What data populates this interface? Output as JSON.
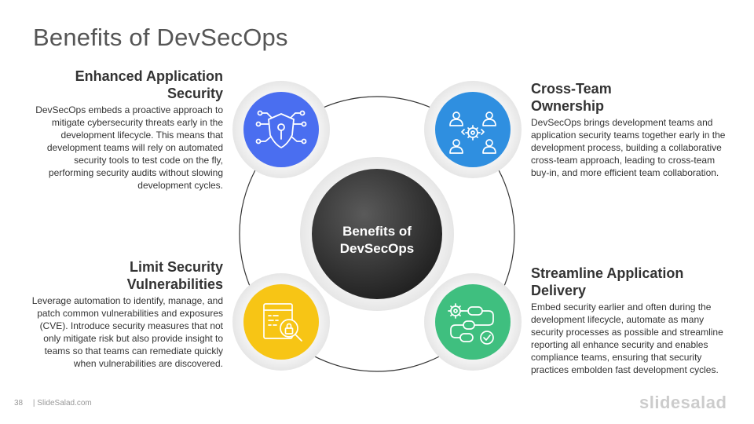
{
  "slide": {
    "title": "Benefits of DevSecOps",
    "center": {
      "line1": "Benefits of",
      "line2": "DevSecOps"
    }
  },
  "benefits": [
    {
      "title_line1": "Enhanced Application",
      "title_line2": "Security",
      "text": "DevSecOps embeds a proactive approach to mitigate cybersecurity threats early in the development lifecycle. This means that development teams will rely on automated security tools to test code on the fly, performing security audits without slowing development cycles.",
      "icon": "shield-circuit-icon",
      "color": "#4a6ef0"
    },
    {
      "title_line1": "Cross-Team",
      "title_line2": "Ownership",
      "text": "DevSecOps brings development teams and application security teams together early in the development process, building a collaborative cross-team approach, leading to cross-team buy-in, and more efficient team collaboration.",
      "icon": "team-gear-icon",
      "color": "#2f8fe0"
    },
    {
      "title_line1": "Limit Security",
      "title_line2": "Vulnerabilities",
      "text": "Leverage automation to identify, manage, and patch common vulnerabilities and exposures (CVE). Introduce security measures that not only mitigate risk but also provide insight to teams so that teams can remediate quickly when vulnerabilities are discovered.",
      "icon": "code-magnifier-lock-icon",
      "color": "#f7c515"
    },
    {
      "title_line1": "Streamline Application",
      "title_line2": "Delivery",
      "text": "Embed security earlier and often during the development lifecycle, automate as many security processes as possible and streamline reporting all enhance security and enables compliance teams, ensuring that security practices embolden fast development cycles.",
      "icon": "workflow-gear-check-icon",
      "color": "#3fbf7f"
    }
  ],
  "footer": {
    "page": "38",
    "site": "| SlideSalad.com",
    "brand": "slidesalad"
  }
}
